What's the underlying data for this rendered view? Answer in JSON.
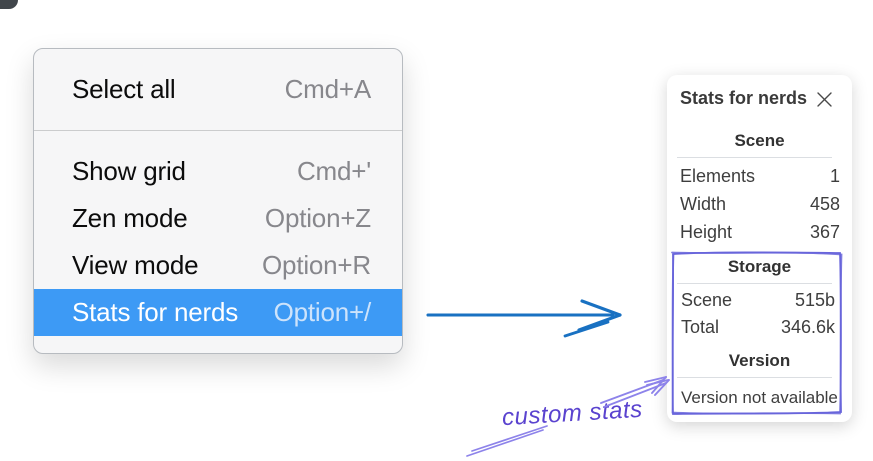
{
  "context_menu": {
    "sections": [
      {
        "items": [
          {
            "label": "Select all",
            "shortcut": "Cmd+A"
          }
        ]
      },
      {
        "items": [
          {
            "label": "Show grid",
            "shortcut": "Cmd+'"
          },
          {
            "label": "Zen mode",
            "shortcut": "Option+Z"
          },
          {
            "label": "View mode",
            "shortcut": "Option+R"
          },
          {
            "label": "Stats for nerds",
            "shortcut": "Option+/"
          }
        ]
      }
    ],
    "highlighted_item": "Stats for nerds",
    "highlight_color": "#3d9af5"
  },
  "stats_panel": {
    "title": "Stats for nerds",
    "close_icon": "×",
    "scene_section": {
      "header": "Scene",
      "rows": [
        {
          "label": "Elements",
          "value": "1"
        },
        {
          "label": "Width",
          "value": "458"
        },
        {
          "label": "Height",
          "value": "367"
        }
      ]
    },
    "storage_section": {
      "header": "Storage",
      "rows": [
        {
          "label": "Scene",
          "value": "515b"
        },
        {
          "label": "Total",
          "value": "346.6k"
        }
      ]
    },
    "version_section": {
      "header": "Version",
      "note": "Version not available"
    }
  },
  "annotation": {
    "label": "custom stats",
    "color": "#5a43cf",
    "box_color": "#6965db"
  },
  "arrow_color": "#1971c2"
}
